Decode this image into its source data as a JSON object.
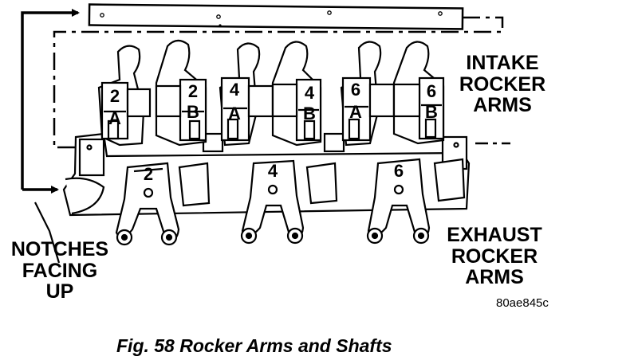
{
  "labels": {
    "intake_line1": "INTAKE",
    "intake_line2": "ROCKER",
    "intake_line3": "ARMS",
    "exhaust_line1": "EXHAUST",
    "exhaust_line2": "ROCKER",
    "exhaust_line3": "ARMS",
    "notches_line1": "NOTCHES",
    "notches_line2": "FACING",
    "notches_line3": "UP"
  },
  "intake_arms": [
    {
      "number": "2",
      "letter": "A"
    },
    {
      "number": "2",
      "letter": "B"
    },
    {
      "number": "4",
      "letter": "A"
    },
    {
      "number": "4",
      "letter": "B"
    },
    {
      "number": "6",
      "letter": "A"
    },
    {
      "number": "6",
      "letter": "B"
    }
  ],
  "exhaust_arms": [
    "2",
    "4",
    "6"
  ],
  "figure_code": "80ae845c",
  "caption": "Fig. 58 Rocker Arms and Shafts"
}
